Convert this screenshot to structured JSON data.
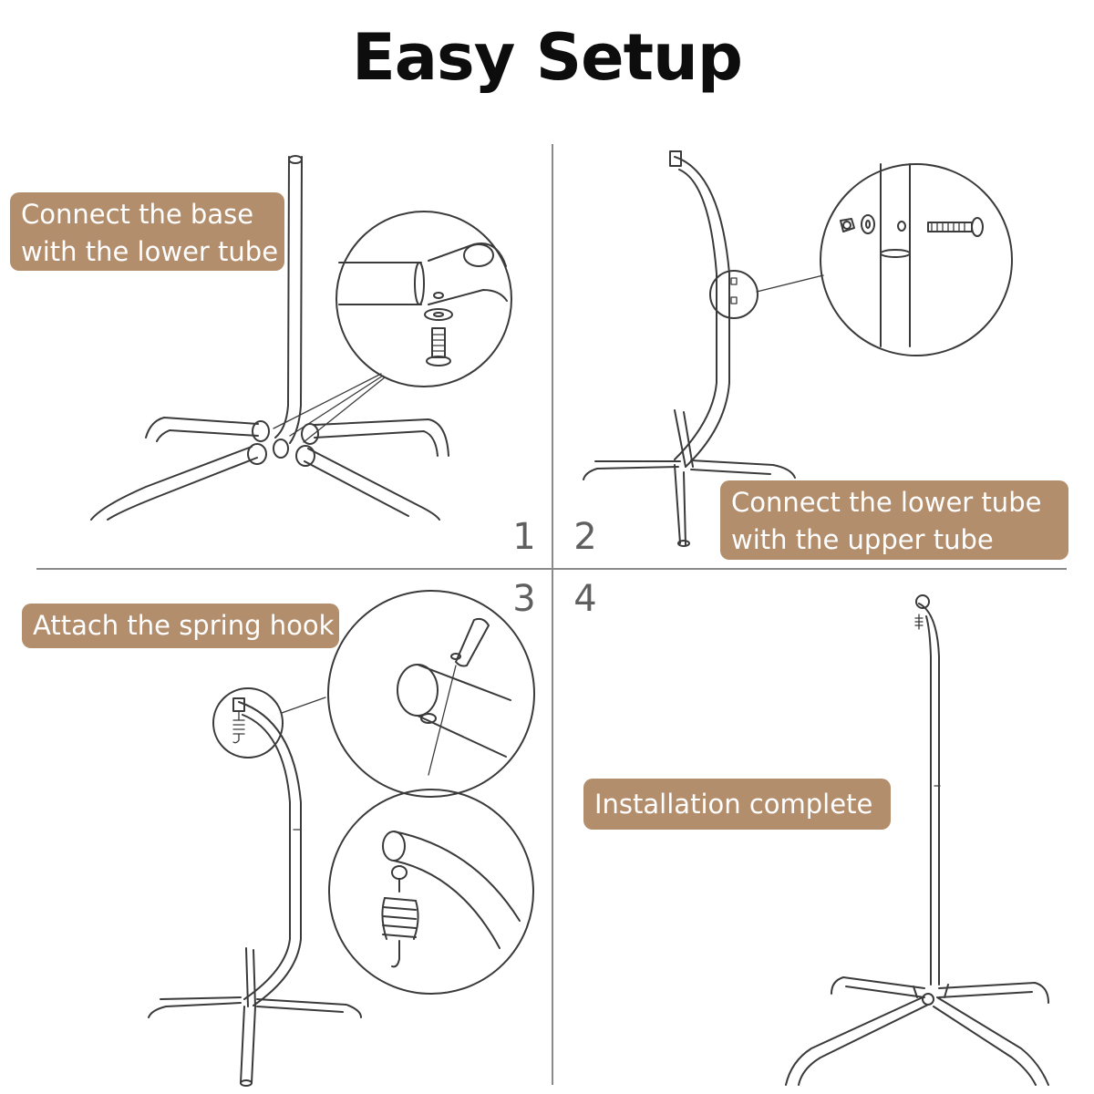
{
  "title": "Easy Setup",
  "steps": [
    {
      "number": "1",
      "label": "Connect the base with the lower tube",
      "label_line1": "Connect the base",
      "label_line2": "with the lower tube"
    },
    {
      "number": "2",
      "label": "Connect the lower tube with the upper tube",
      "label_line1": "Connect the lower tube",
      "label_line2": "with the upper tube"
    },
    {
      "number": "3",
      "label": "Attach the spring hook"
    },
    {
      "number": "4",
      "label": "Installation complete"
    }
  ],
  "colors": {
    "label_bg": "#b38e6c",
    "label_text": "#ffffff",
    "title": "#0d0d0d",
    "number": "#5f5f5f",
    "line": "#3a3a3a"
  }
}
